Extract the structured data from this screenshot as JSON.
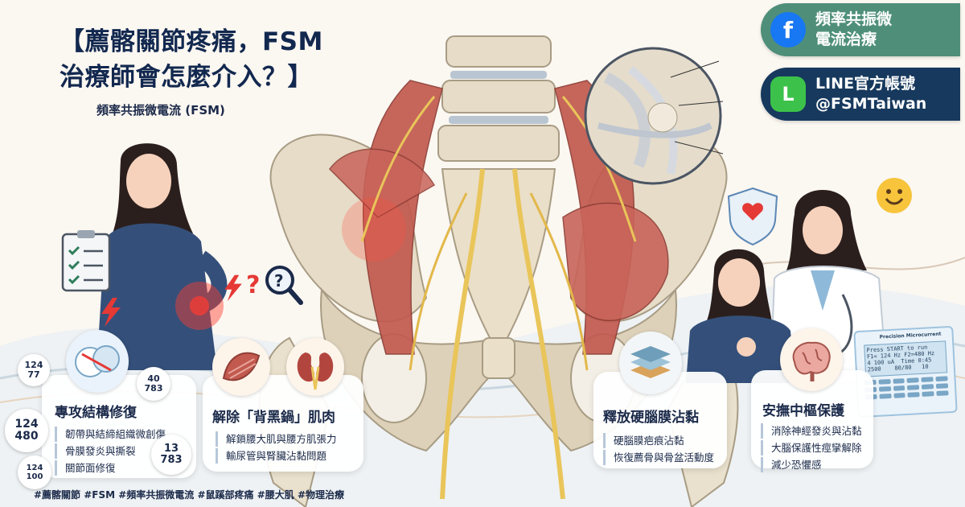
{
  "title": {
    "line1": "【薦髂關節疼痛，FSM",
    "line2": "治療師會怎麼介入？】"
  },
  "subtitle": "頻率共振微電流 (FSM)",
  "social": {
    "facebook": {
      "icon": "facebook-icon",
      "glyph": "f",
      "line1": "頻率共振微",
      "line2": "電流治療"
    },
    "line": {
      "icon": "line-icon",
      "glyph": "L",
      "line1": "LINE官方帳號",
      "line2": "@FSMTaiwan"
    }
  },
  "cards": [
    {
      "icon": "ligament-joint-icon",
      "title": "專攻結構修復",
      "items": [
        "韌帶與結締組織微創傷",
        "骨膜發炎與撕裂",
        "關節面修復"
      ]
    },
    {
      "icon": "muscle-kidney-icon",
      "title": "解除「背黑鍋」肌肉",
      "items": [
        "解鎖腰大肌與腰方肌張力",
        "輸尿管與腎臟沾黏問題"
      ]
    },
    {
      "icon": "dura-layers-icon",
      "title": "釋放硬腦膜沾黏",
      "items": [
        "硬腦膜疤痕沾黏",
        "恢復薦骨與骨盆活動度"
      ]
    },
    {
      "icon": "brain-icon",
      "title": "安撫中樞保護",
      "items": [
        "消除神經發炎與沾黏",
        "大腦保護性痙攣解除",
        "減少恐懼感"
      ]
    }
  ],
  "frequency_bubbles": [
    {
      "top": "124",
      "bottom": "77"
    },
    {
      "top": "40",
      "bottom": "783"
    },
    {
      "top": "124",
      "bottom": "480"
    },
    {
      "top": "13",
      "bottom": "783"
    },
    {
      "top": "124",
      "bottom": "100"
    }
  ],
  "device": {
    "brand": "Precision Microcurrent",
    "screen": "Press START to run\nF1= 124 Hz F2=480 Hz\n4 100 uA  Time 0:45\n2500    80/80   10"
  },
  "hashtags": "#薦髂關節 #FSM #頻率共振微電流 #鼠蹊部疼痛 #腰大肌 #物理治療",
  "colors": {
    "navy": "#12284f",
    "green": "#4f8f7a",
    "line_bg": "#17395d",
    "muscle": "#c25a4f",
    "bone": "#e6dcc8",
    "nerve": "#e9c55a"
  }
}
